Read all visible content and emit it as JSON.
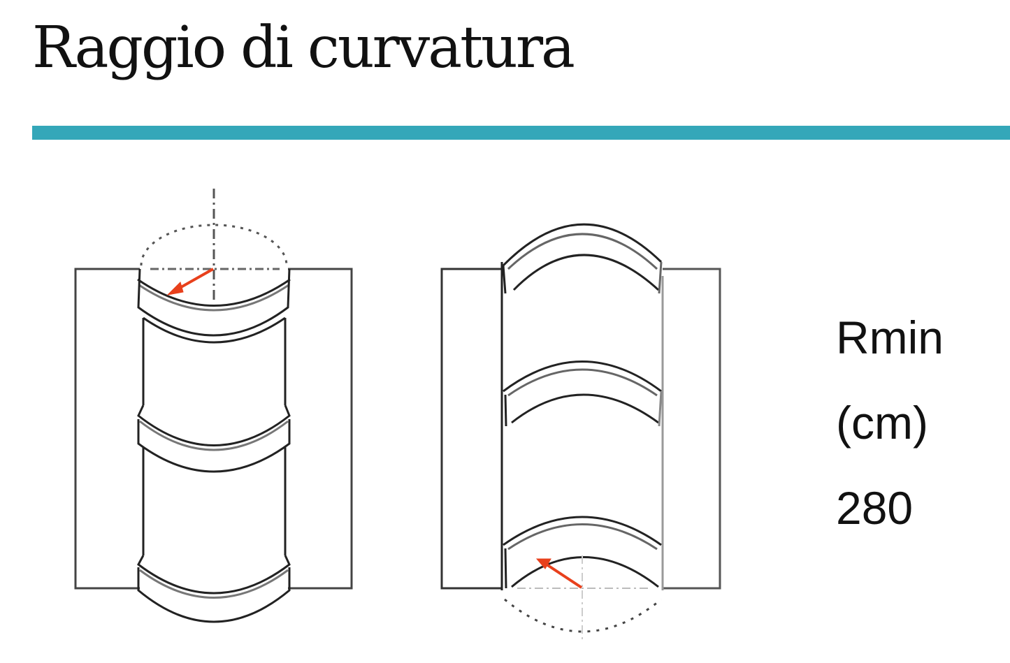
{
  "header": {
    "title": "Raggio di curvatura",
    "rule_color": "#34a7b9"
  },
  "diagrams": [
    {
      "name": "convex-bend-diagram",
      "description": "cylinder curving outward, radius arrow from center to inner arc",
      "arrow_color": "#e8401c"
    },
    {
      "name": "concave-bend-diagram",
      "description": "channel curving inward, radius arrow from center to arc",
      "arrow_color": "#e8401c"
    }
  ],
  "spec": {
    "label": "Rmin",
    "unit": "(cm)",
    "value": "280"
  }
}
